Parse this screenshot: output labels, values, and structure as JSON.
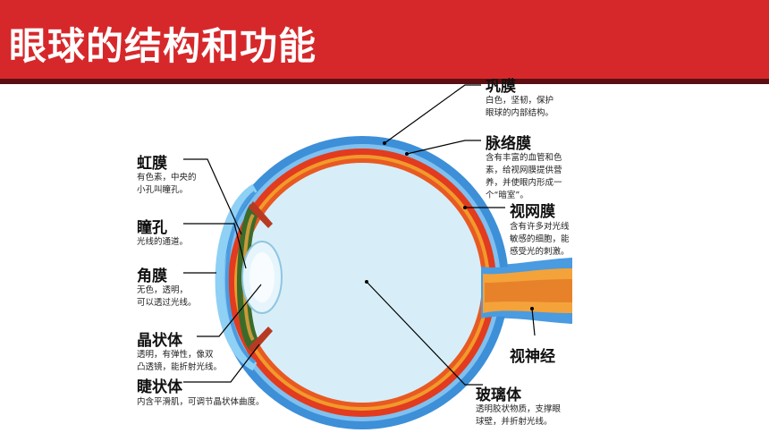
{
  "page": {
    "title": "眼球的结构和功能"
  },
  "labels": {
    "gongmo": {
      "name": "巩膜",
      "lines": [
        "白色，坚韧，保护",
        "眼球的内部结构。"
      ]
    },
    "maoluomo": {
      "name": "脉络膜",
      "lines": [
        "含有丰富的血管和色",
        "素，给视网膜提供营",
        "养，并使眼内形成一",
        "个“暗室”。"
      ]
    },
    "shiwangmo": {
      "name": "视网膜",
      "lines": [
        "含有许多对光线",
        "敏感的细胞，能",
        "感受光的刺激。"
      ]
    },
    "shishenjing": {
      "name": "视神经"
    },
    "bolit": {
      "name": "玻璃体",
      "lines": [
        "透明胶状物质，支撑眼",
        "球壁，并折射光线。"
      ]
    },
    "hongmo": {
      "name": "虹膜",
      "lines": [
        "有色素，中央的",
        "小孔叫瞳孔。"
      ]
    },
    "tongkong": {
      "name": "瞳孔",
      "lines": [
        "光线的通道。"
      ]
    },
    "jiaomo": {
      "name": "角膜",
      "lines": [
        "无色，透明，",
        "可以透过光线。"
      ]
    },
    "jingzhuangti": {
      "name": "晶状体",
      "lines": [
        "透明，有弹性，像双",
        "凸透镜，能折射光线。"
      ]
    },
    "jiezhuangti": {
      "name": "睫状体",
      "lines": [
        "内含平滑肌，可调节晶状体曲度。"
      ]
    }
  },
  "colors": {
    "title_bar": "#d6282b",
    "sclera": "#3f8fd6",
    "choroid": "#e23b1f",
    "retina": "#f19a2c",
    "vitreous": "#d7eef8"
  }
}
